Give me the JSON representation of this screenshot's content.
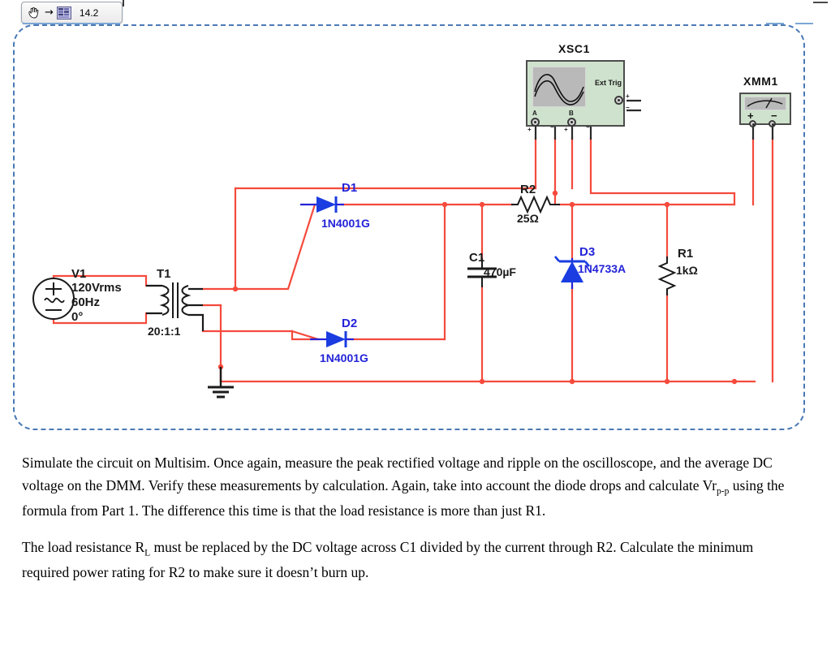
{
  "toolbar": {
    "hand_icon": "hand-pan-icon",
    "arrow_glyph": "→",
    "grid_icon": "spreadsheet-grid-icon",
    "value": "14.2"
  },
  "circuit": {
    "title": "multisim-center-tapped-full-wave-rectifier",
    "wire_color": "#f54a3c",
    "component_label_color": "#2323d8",
    "value_label_color": "#1a1a1a",
    "instruments": [
      {
        "id": "XSC1",
        "name": "oscilloscope",
        "ext_trig_label": "Ext Trig",
        "terminal_a_label": "A",
        "terminal_b_label": "B",
        "plus_sign": "+",
        "minus_sign": "−"
      },
      {
        "id": "XMM1",
        "name": "multimeter",
        "plus_sign": "+",
        "minus_sign": "−"
      }
    ],
    "components": [
      {
        "ref": "V1",
        "kind": "ac-voltage-source",
        "lines": [
          "120Vrms",
          "60Hz",
          "0°"
        ]
      },
      {
        "ref": "T1",
        "kind": "center-tapped-transformer",
        "value": "20:1:1"
      },
      {
        "ref": "D1",
        "kind": "diode",
        "value": "1N4001G"
      },
      {
        "ref": "D2",
        "kind": "diode",
        "value": "1N4001G"
      },
      {
        "ref": "D3",
        "kind": "zener-diode",
        "value": "1N4733A"
      },
      {
        "ref": "R2",
        "kind": "resistor",
        "value": "25Ω"
      },
      {
        "ref": "R1",
        "kind": "resistor",
        "value": "1kΩ"
      },
      {
        "ref": "C1",
        "kind": "capacitor",
        "value": "470µF"
      },
      {
        "ref": "GND",
        "kind": "ground",
        "value": ""
      }
    ]
  },
  "body": {
    "paragraph1_part1": "Simulate the circuit on Multisim. Once again, measure the peak rectified voltage and ripple on the oscilloscope, and the average DC voltage on the DMM. Verify these measurements by calculation. Again, take into account the diode drops and calculate Vr",
    "paragraph1_sub": "p-p",
    "paragraph1_part2": " using the formula from Part 1. The difference this time is that the load resistance is more than just R1.",
    "paragraph2_part1": "The load resistance R",
    "paragraph2_sub": "L",
    "paragraph2_part2": " must be replaced by the DC voltage across C1 divided by the current through R2. Calculate the minimum required power rating for R2 to make sure it doesn’t burn up."
  }
}
